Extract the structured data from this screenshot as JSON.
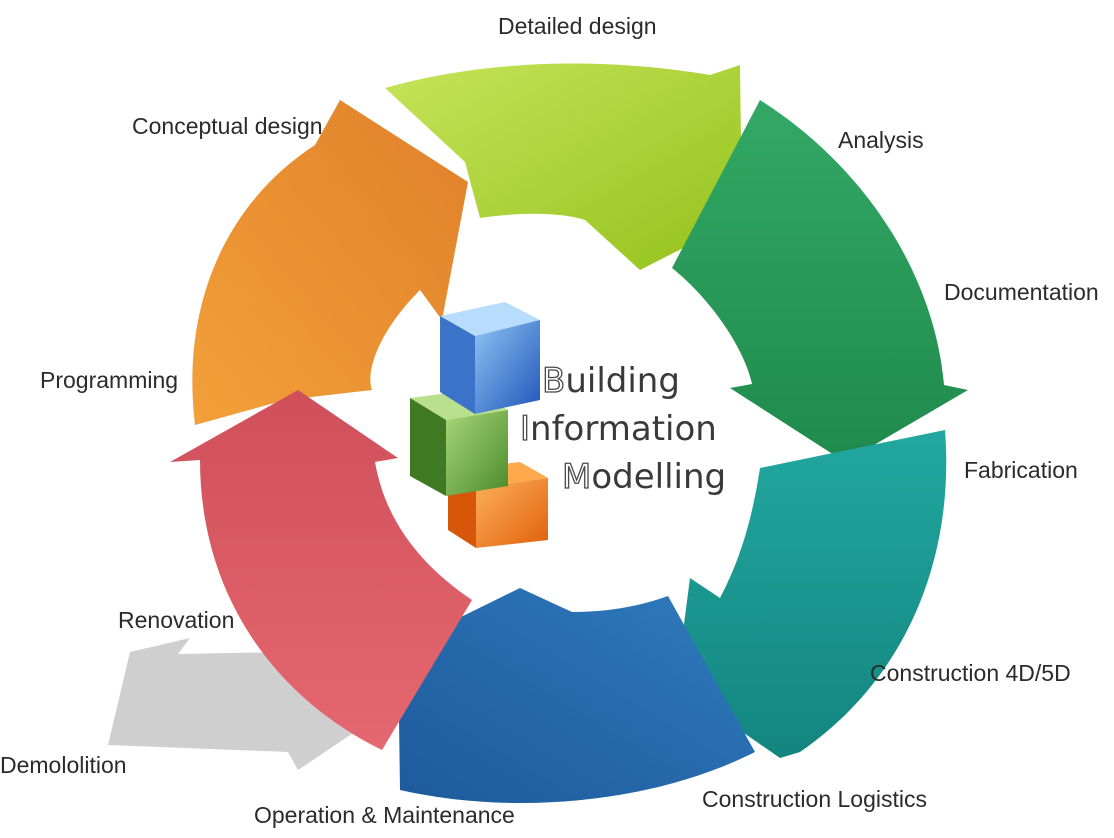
{
  "diagram": {
    "center": {
      "lines": [
        {
          "initial": "B",
          "rest": "uilding"
        },
        {
          "initial": "I",
          "rest": "nformation"
        },
        {
          "initial": "M",
          "rest": "odelling"
        }
      ]
    },
    "stages": [
      {
        "label": "Detailed design"
      },
      {
        "label": "Analysis"
      },
      {
        "label": "Documentation"
      },
      {
        "label": "Fabrication"
      },
      {
        "label": "Construction 4D/5D"
      },
      {
        "label": "Construction Logistics"
      },
      {
        "label": "Operation & Maintenance"
      },
      {
        "label": "Renovation"
      },
      {
        "label": "Demololition"
      },
      {
        "label": "Programming"
      },
      {
        "label": "Conceptual design"
      }
    ],
    "colors": {
      "detailed_design_arrow": "#a9cf3a",
      "analysis_arrow": "#2e9e5c",
      "fabrication_arrow": "#1a9a96",
      "operation_arrow": "#2669ad",
      "renovation_arrow": "#e0616a",
      "programming_arrow": "#ee9a32",
      "demolition_arrow": "#cfcfcf",
      "cube_blue": "#3f7fd6",
      "cube_green": "#6aa83e",
      "cube_orange": "#f07a1a"
    }
  }
}
